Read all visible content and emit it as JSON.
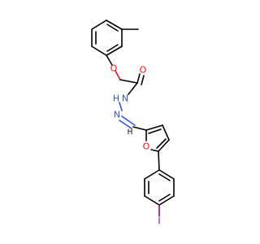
{
  "molecule": {
    "atoms": {
      "ether_oxygen": {
        "symbol": "O",
        "color": "#ff0d0d"
      },
      "carbonyl_oxygen": {
        "symbol": "O",
        "color": "#ff0d0d"
      },
      "amide_nitrogen": {
        "symbol": "N",
        "color": "#3050f8"
      },
      "amide_hydrogen": {
        "symbol": "H",
        "color": "#3050f8"
      },
      "imine_nitrogen": {
        "symbol": "N",
        "color": "#3050f8"
      },
      "imine_hydrogen": {
        "symbol": "H",
        "color": "#000000"
      },
      "furan_oxygen": {
        "symbol": "O",
        "color": "#ff0d0d"
      },
      "iodine": {
        "symbol": "I",
        "color": "#940094"
      }
    },
    "colors": {
      "bond": "#000000",
      "oxygen": "#ff0d0d",
      "nitrogen": "#3050f8",
      "iodine": "#940094"
    }
  }
}
